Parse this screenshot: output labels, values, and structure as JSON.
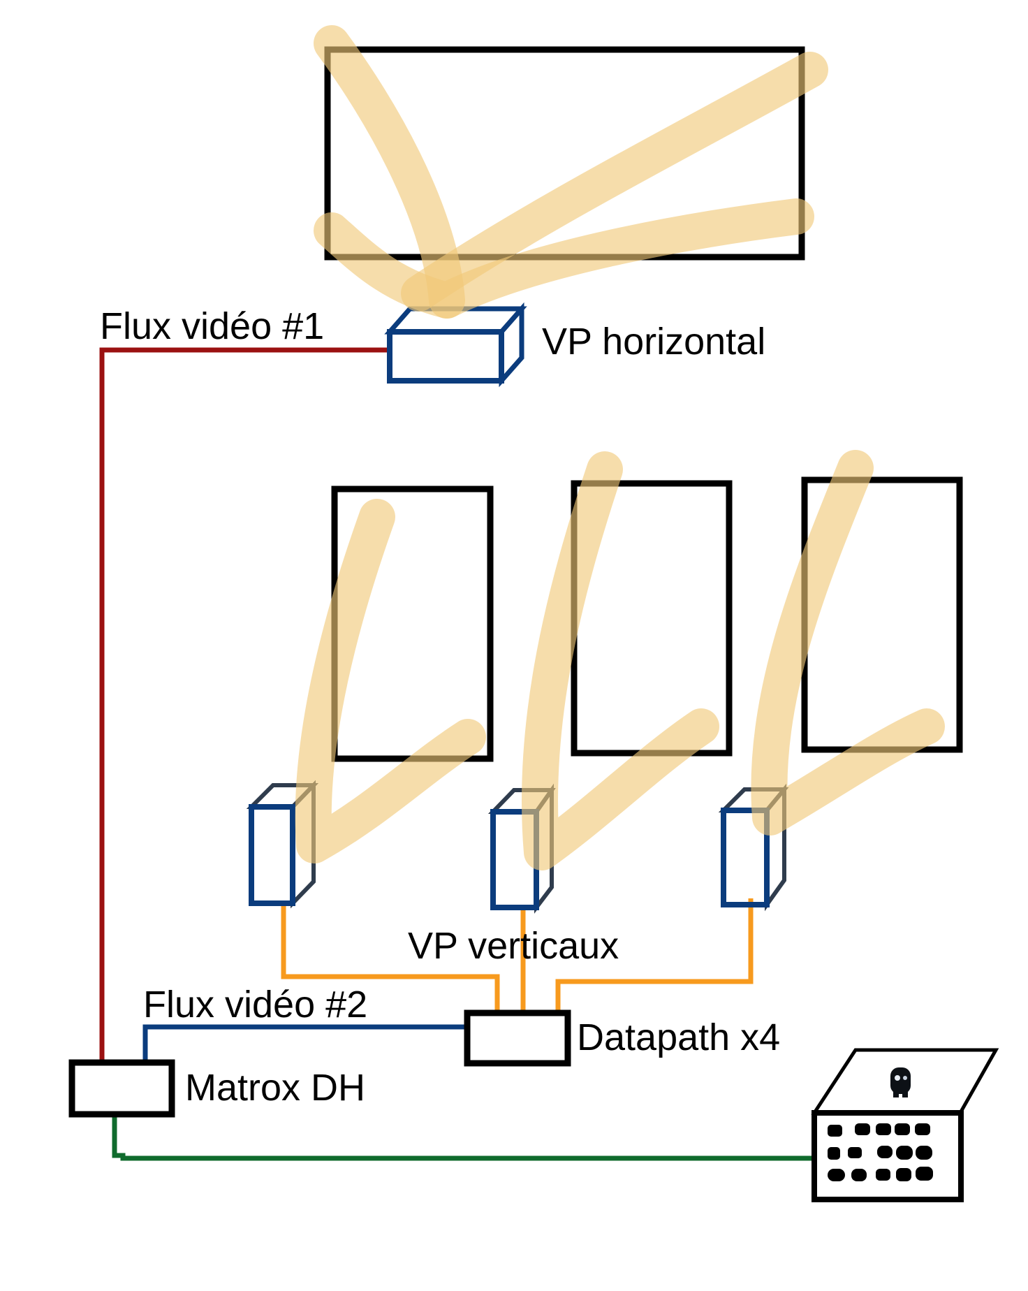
{
  "labels": {
    "flux1": "Flux vidéo #1",
    "vp_horizontal": "VP horizontal",
    "vp_verticaux": "VP verticaux",
    "flux2": "Flux vidéo #2",
    "datapath": "Datapath x4",
    "matrox": "Matrox DH"
  },
  "colors": {
    "screen_outline": "#000000",
    "projector_outline": "#0b3c7d",
    "projector_shade": "#2f3c4d",
    "beam": "#f0c878",
    "flux1_cable": "#9b1111",
    "flux2_cable": "#0b3c7d",
    "datapath_cables": "#f79a1e",
    "control_cable": "#106b2d"
  },
  "icons": {
    "control_panel": "control-panel-icon",
    "robot": "robot-icon"
  }
}
